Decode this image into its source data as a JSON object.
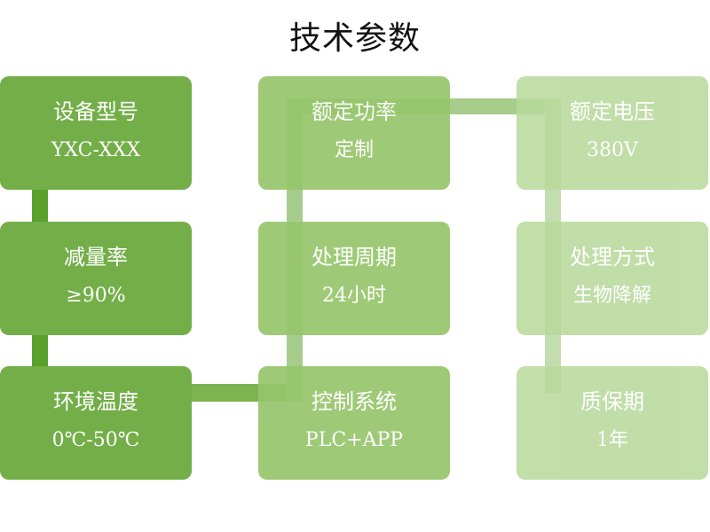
{
  "title": "技术参数",
  "colors": {
    "col1_card": "#73ae48",
    "col2_card": "#96c66c",
    "col3_card": "#b7d89a",
    "path_dark": "#5aa12c",
    "path_mid": "#7db44f",
    "path_light": "#a6cd8b",
    "path_pale": "#c3ddb0",
    "text": "#ffffff"
  },
  "cards": [
    {
      "label": "设备型号",
      "value": "YXC-XXX"
    },
    {
      "label": "减量率",
      "value": "≥90%"
    },
    {
      "label": "环境温度",
      "value": "0℃-50℃"
    },
    {
      "label": "额定功率",
      "value": "定制"
    },
    {
      "label": "处理周期",
      "value": "24小时"
    },
    {
      "label": "控制系统",
      "value": "PLC+APP"
    },
    {
      "label": "额定电压",
      "value": "380V"
    },
    {
      "label": "处理方式",
      "value": "生物降解"
    },
    {
      "label": "质保期",
      "value": "1年"
    }
  ]
}
